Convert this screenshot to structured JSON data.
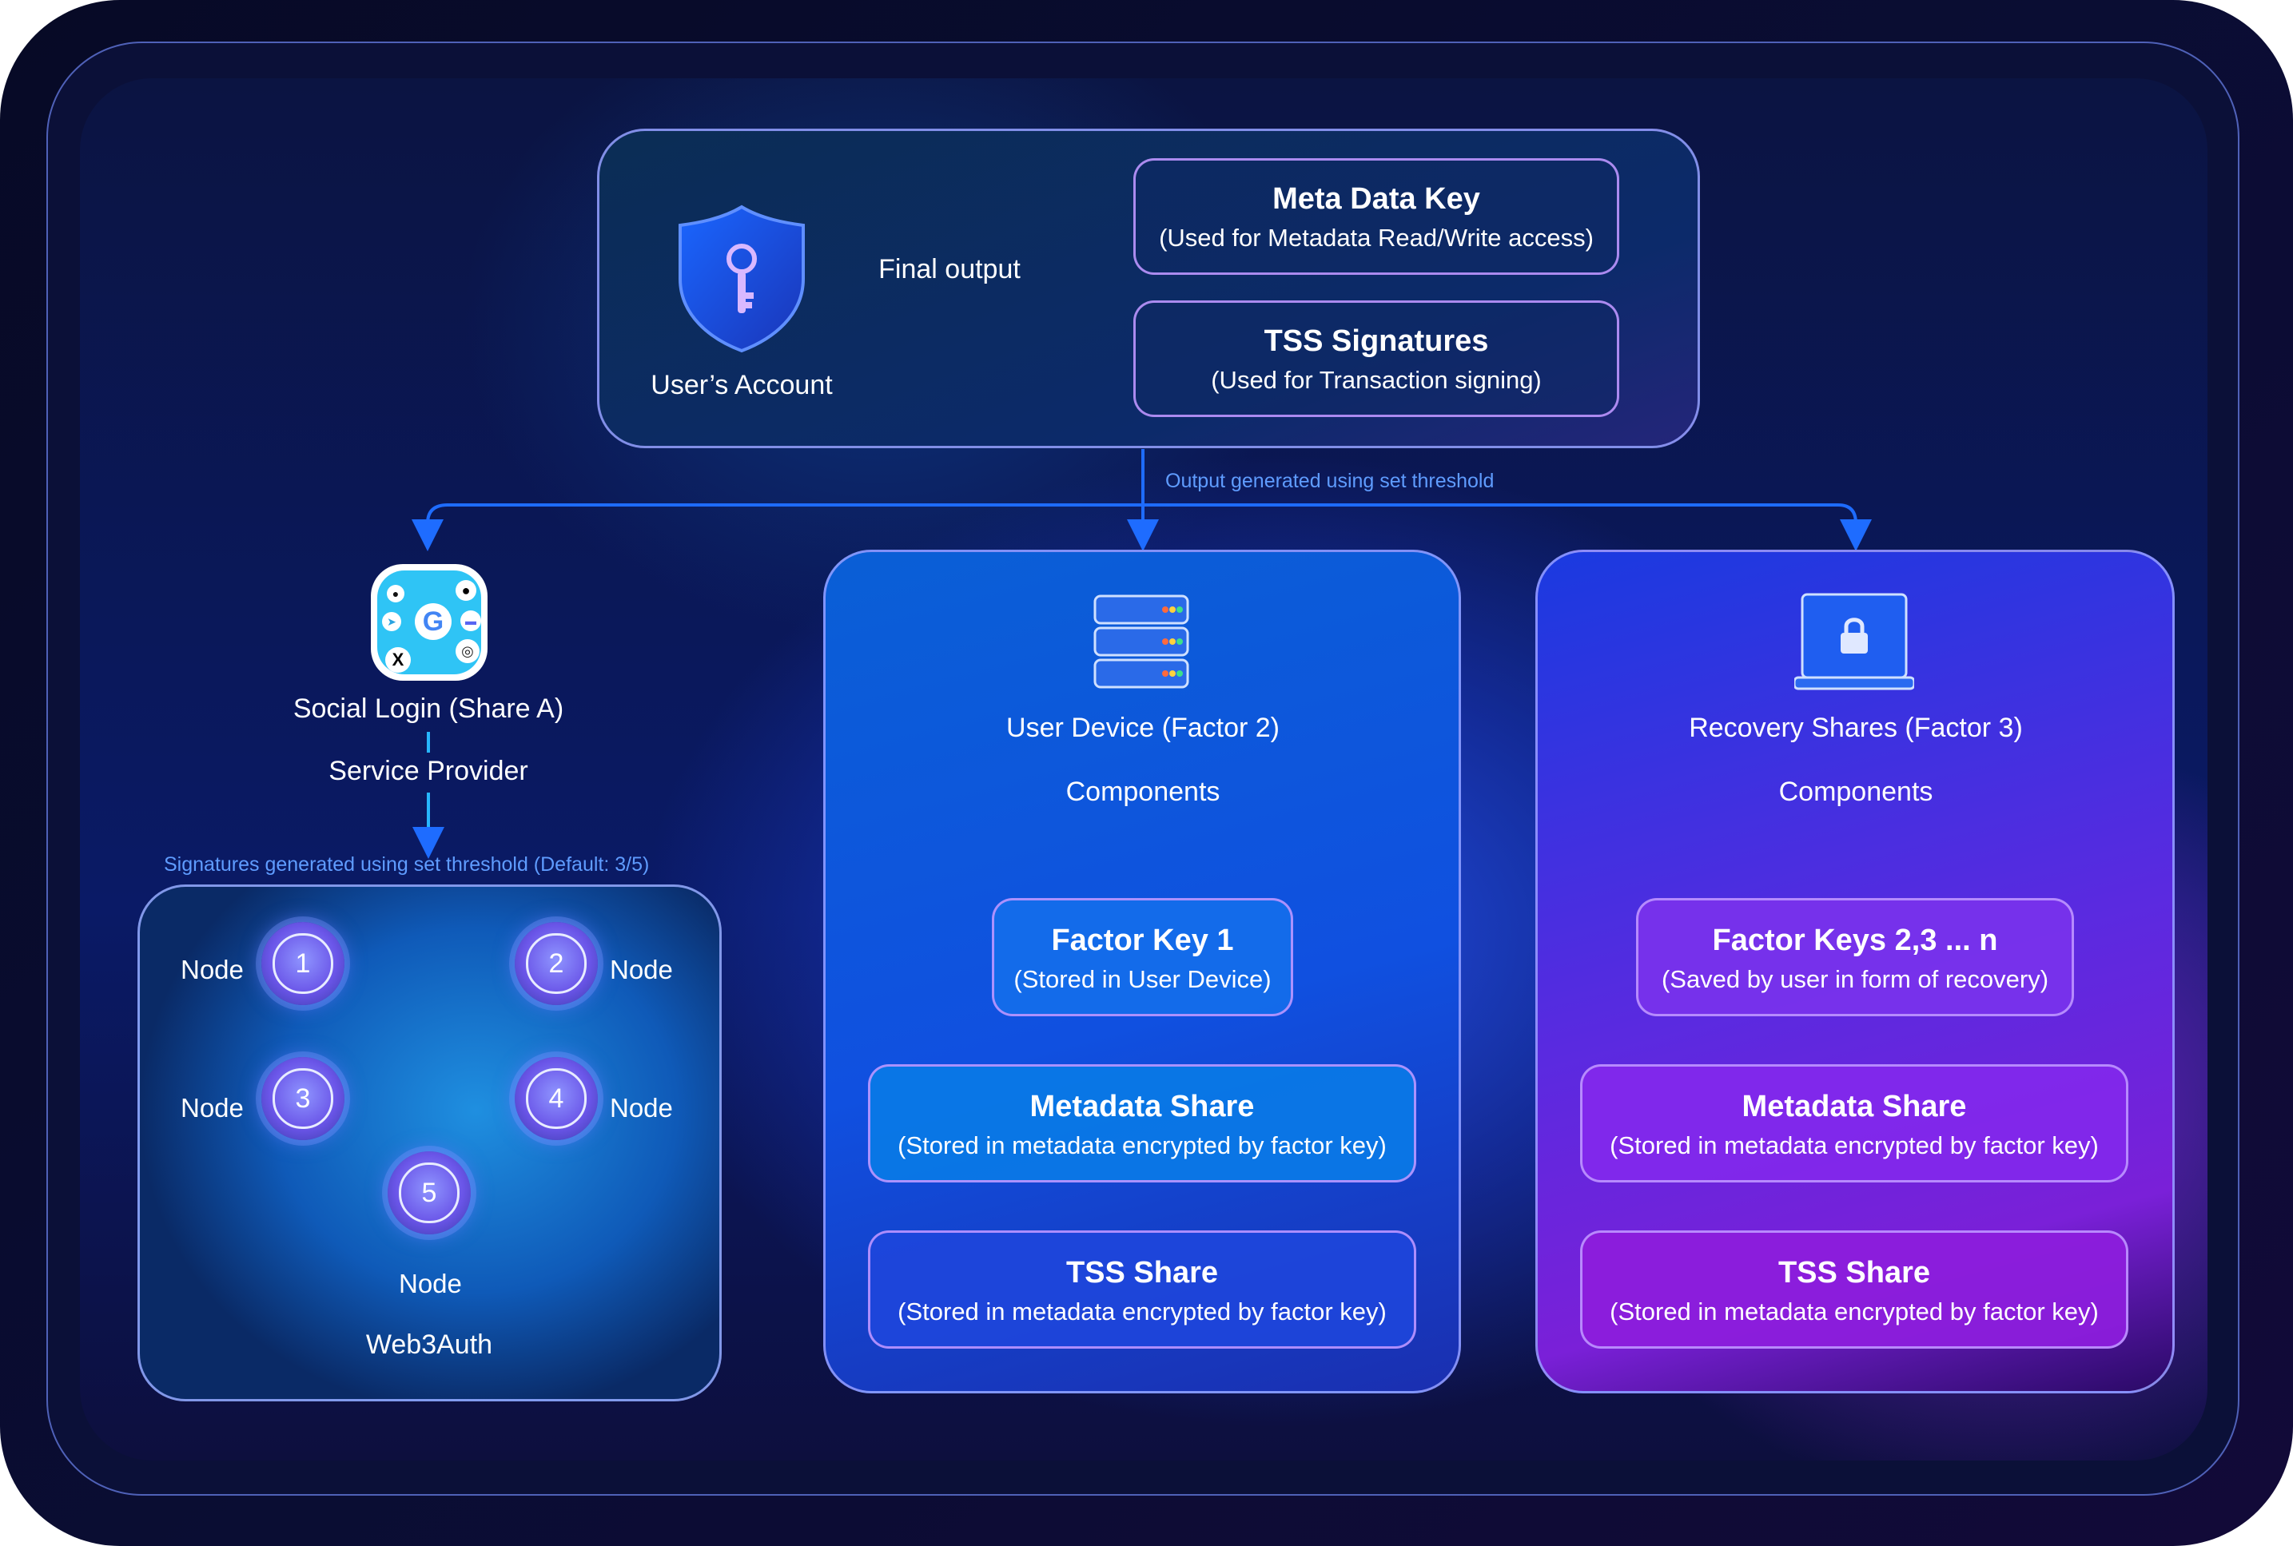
{
  "account": {
    "label": "User’s Account",
    "final_output": "Final output",
    "meta_title": "Meta Data Key",
    "meta_sub": "(Used for Metadata Read/Write access)",
    "tss_title": "TSS Signatures",
    "tss_sub": "(Used for Transaction signing)"
  },
  "threshold_note": "Output generated using set threshold",
  "social": {
    "label": "Social Login (Share A)",
    "provider": "Service Provider",
    "signatures_note": "Signatures generated using set threshold (Default: 3/5)",
    "nodes": [
      "1",
      "2",
      "3",
      "4",
      "5"
    ],
    "node_label": "Node",
    "web3auth": "Web3Auth"
  },
  "device": {
    "label": "User Device (Factor 2)",
    "components": "Components",
    "factor_title": "Factor Key 1",
    "factor_sub": "(Stored in User Device)",
    "meta_title": "Metadata Share",
    "meta_sub": "(Stored in metadata encrypted by factor key)",
    "tss_title": "TSS Share",
    "tss_sub": "(Stored in metadata encrypted by factor key)"
  },
  "recovery": {
    "label": "Recovery Shares (Factor 3)",
    "components": "Components",
    "factor_title": "Factor Keys 2,3 ... n",
    "factor_sub": "(Saved by user in form of recovery)",
    "meta_title": "Metadata Share",
    "meta_sub": "(Stored in metadata encrypted by factor key)",
    "tss_title": "TSS Share",
    "tss_sub": "(Stored in metadata encrypted by factor key)"
  },
  "icons": [
    "shield-key-icon",
    "social-login-icon",
    "server-stack-icon",
    "laptop-lock-icon",
    "google-icon",
    "x-icon",
    "apple-icon",
    "discord-icon",
    "instagram-icon",
    "telegram-icon",
    "github-icon"
  ]
}
